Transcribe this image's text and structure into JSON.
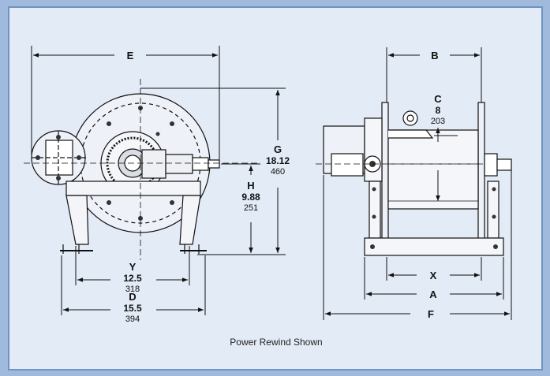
{
  "caption": "Power Rewind Shown",
  "dimensions": {
    "E": {
      "label": "E"
    },
    "B": {
      "label": "B"
    },
    "C": {
      "label": "C",
      "inches": "8",
      "mm": "203"
    },
    "G": {
      "label": "G",
      "inches": "18.12",
      "mm": "460"
    },
    "H": {
      "label": "H",
      "inches": "9.88",
      "mm": "251"
    },
    "Y": {
      "label": "Y",
      "inches": "12.5",
      "mm": "318"
    },
    "D": {
      "label": "D",
      "inches": "15.5",
      "mm": "394"
    },
    "X": {
      "label": "X"
    },
    "A": {
      "label": "A"
    },
    "F": {
      "label": "F"
    }
  },
  "colors": {
    "panel": "#e3ebf6",
    "border": "#6f93c2",
    "line": "#111111"
  }
}
